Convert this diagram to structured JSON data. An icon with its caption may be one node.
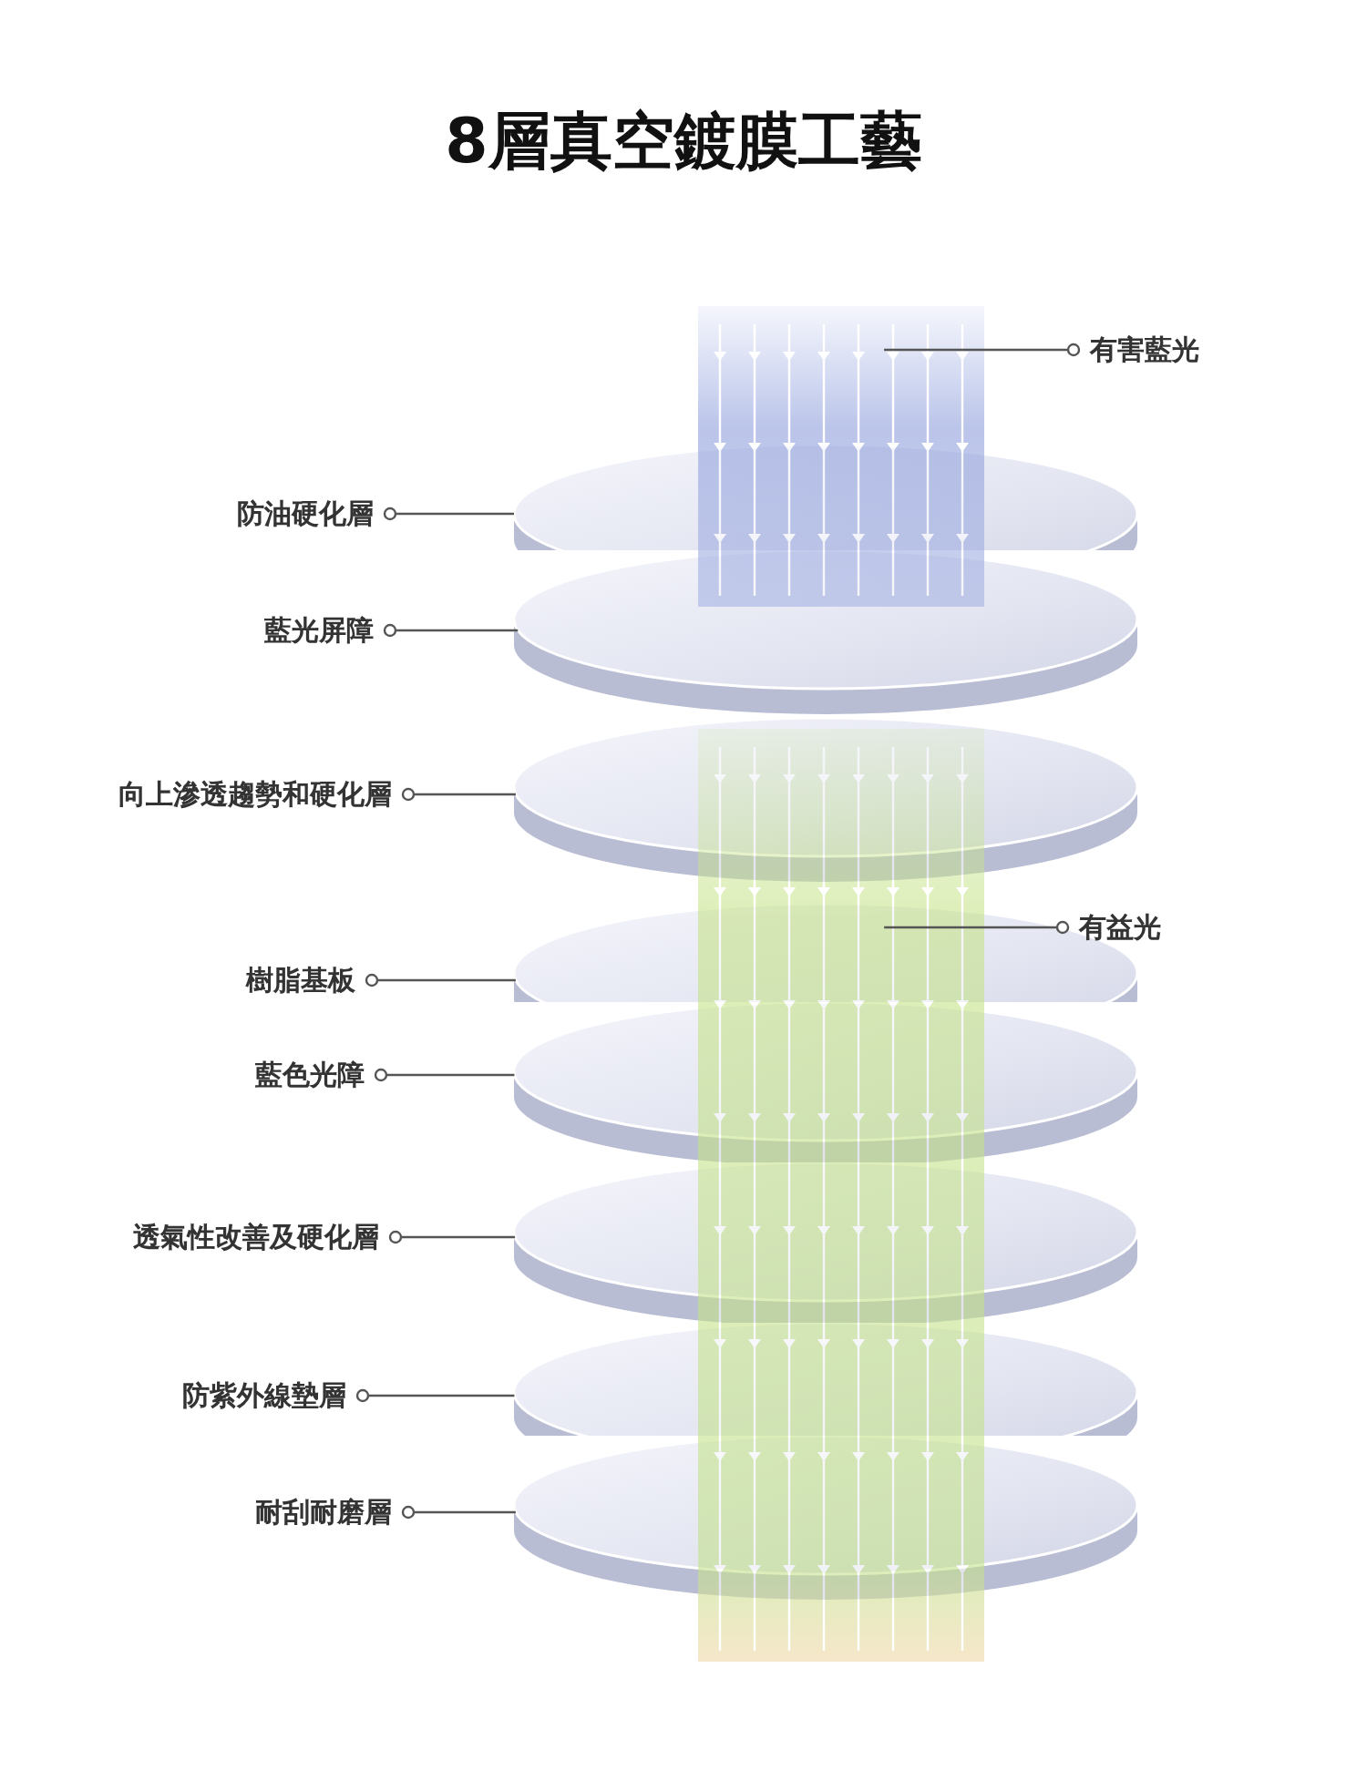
{
  "diagram": {
    "title": "8層真空鍍膜工藝",
    "nodes": [
      {
        "text": [
          "防油硬化層"
        ]
      },
      {
        "text": [
          "藍光屏障"
        ]
      },
      {
        "text": [
          "向上滲透趨勢和硬化層"
        ]
      },
      {
        "text": [
          "樹脂基板"
        ]
      },
      {
        "text": [
          "藍色光障"
        ]
      },
      {
        "text": [
          "透氣性改善及硬化層"
        ]
      },
      {
        "text": [
          "防紫外線墊層"
        ]
      },
      {
        "text": [
          "耐刮耐磨層"
        ]
      },
      {
        "text": [
          "有害藍光"
        ]
      },
      {
        "text": [
          "有益光"
        ]
      },
      {
        "text": [],
        "shape": "disc"
      },
      {
        "text": [],
        "shape": "disc"
      },
      {
        "text": [],
        "shape": "disc"
      },
      {
        "text": [],
        "shape": "disc"
      },
      {
        "text": [],
        "shape": "disc"
      },
      {
        "text": [],
        "shape": "disc"
      },
      {
        "text": [],
        "shape": "disc"
      },
      {
        "text": [],
        "shape": "disc"
      },
      {
        "text": [],
        "shape": "bar"
      },
      {
        "text": [],
        "shape": "bar"
      }
    ],
    "edges": [
      {
        "from": 0,
        "to": 10,
        "arrow": "other"
      },
      {
        "from": 1,
        "to": 11,
        "arrow": "other"
      },
      {
        "from": 2,
        "to": 12,
        "arrow": "other"
      },
      {
        "from": 3,
        "to": 13,
        "arrow": "other"
      },
      {
        "from": 4,
        "to": 14,
        "arrow": "other"
      },
      {
        "from": 5,
        "to": 15,
        "arrow": "other"
      },
      {
        "from": 6,
        "to": 16,
        "arrow": "other"
      },
      {
        "from": 7,
        "to": 17,
        "arrow": "other"
      },
      {
        "from": 8,
        "to": 18,
        "arrow": "other"
      },
      {
        "from": 9,
        "to": 19,
        "arrow": "other"
      }
    ]
  }
}
